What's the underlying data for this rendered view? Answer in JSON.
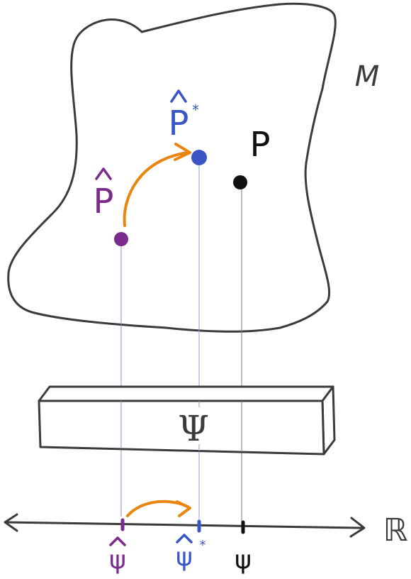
{
  "manifold_label": "M",
  "points": {
    "p_hat": {
      "label": "P",
      "color": "#7b2a8d"
    },
    "p_hat_star": {
      "label": "P",
      "star": "*",
      "color": "#3a56c5"
    },
    "p": {
      "label": "P",
      "color": "#111111"
    }
  },
  "arrow_color": "#e8860f",
  "outline_color": "#3b3b3b",
  "box_label": "Ψ",
  "axis": {
    "label": "ℝ",
    "ticks": {
      "psi_hat": {
        "label": "ψ",
        "color": "#7b2a8d"
      },
      "psi_hat_star": {
        "label": "ψ",
        "star": "*",
        "color": "#3a56c5"
      },
      "psi": {
        "label": "ψ",
        "color": "#111111"
      }
    }
  }
}
